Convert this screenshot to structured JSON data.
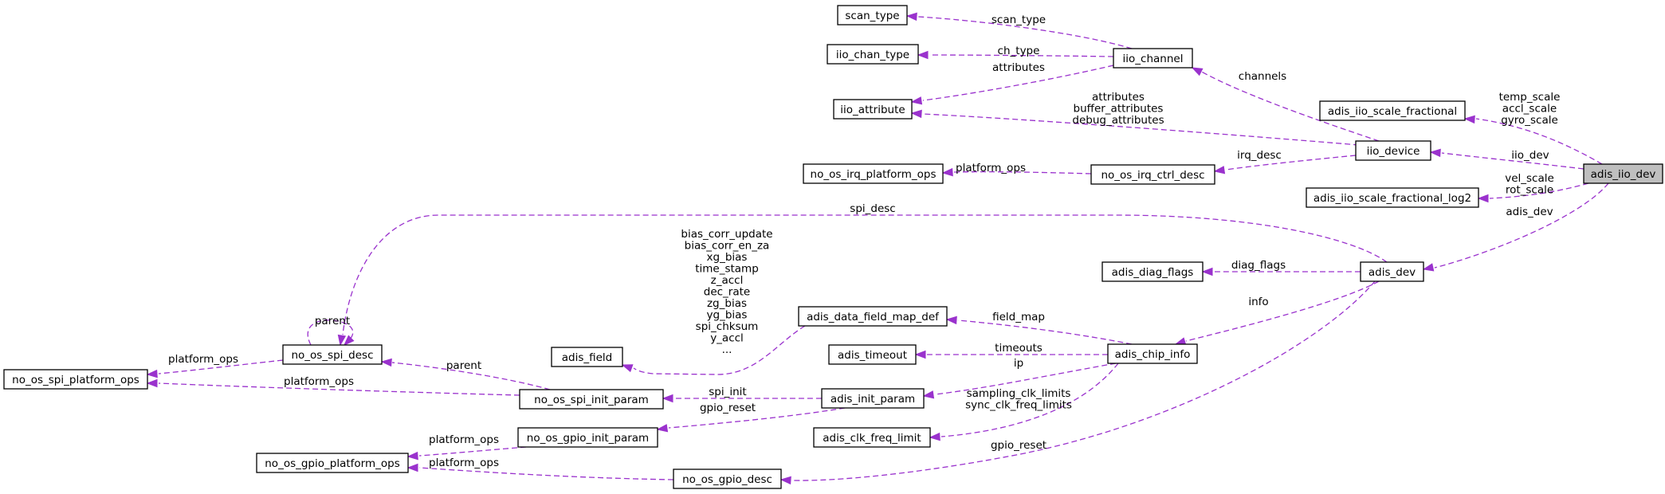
{
  "diagram": {
    "focus_node": "adis_iio_dev",
    "colors": {
      "edge": "#9a32cd",
      "node_border": "#000000",
      "focus_fill": "#bfbfbf",
      "node_fill": "#ffffff"
    },
    "nodes": [
      {
        "id": "adis_iio_dev",
        "label": "adis_iio_dev"
      },
      {
        "id": "adis_iio_scale_fractional",
        "label": "adis_iio_scale_fractional"
      },
      {
        "id": "iio_device",
        "label": "iio_device"
      },
      {
        "id": "adis_iio_scale_fractional_log2",
        "label": "adis_iio_scale_fractional_log2"
      },
      {
        "id": "adis_dev",
        "label": "adis_dev"
      },
      {
        "id": "iio_channel",
        "label": "iio_channel"
      },
      {
        "id": "scan_type",
        "label": "scan_type"
      },
      {
        "id": "iio_chan_type",
        "label": "iio_chan_type"
      },
      {
        "id": "iio_attribute",
        "label": "iio_attribute"
      },
      {
        "id": "no_os_irq_ctrl_desc",
        "label": "no_os_irq_ctrl_desc"
      },
      {
        "id": "no_os_irq_platform_ops",
        "label": "no_os_irq_platform_ops"
      },
      {
        "id": "adis_diag_flags",
        "label": "adis_diag_flags"
      },
      {
        "id": "adis_chip_info",
        "label": "adis_chip_info"
      },
      {
        "id": "adis_data_field_map_def",
        "label": "adis_data_field_map_def"
      },
      {
        "id": "adis_field",
        "label": "adis_field"
      },
      {
        "id": "adis_timeout",
        "label": "adis_timeout"
      },
      {
        "id": "adis_init_param",
        "label": "adis_init_param"
      },
      {
        "id": "adis_clk_freq_limit",
        "label": "adis_clk_freq_limit"
      },
      {
        "id": "no_os_spi_desc",
        "label": "no_os_spi_desc"
      },
      {
        "id": "no_os_spi_platform_ops",
        "label": "no_os_spi_platform_ops"
      },
      {
        "id": "no_os_spi_init_param",
        "label": "no_os_spi_init_param"
      },
      {
        "id": "no_os_gpio_init_param",
        "label": "no_os_gpio_init_param"
      },
      {
        "id": "no_os_gpio_platform_ops",
        "label": "no_os_gpio_platform_ops"
      },
      {
        "id": "no_os_gpio_desc",
        "label": "no_os_gpio_desc"
      }
    ],
    "edges": [
      {
        "id": "e1",
        "from": "adis_iio_dev",
        "to": "adis_iio_scale_fractional",
        "label": [
          "temp_scale",
          "accl_scale",
          "gyro_scale"
        ]
      },
      {
        "id": "e2",
        "from": "adis_iio_dev",
        "to": "iio_device",
        "label": [
          "iio_dev"
        ]
      },
      {
        "id": "e3",
        "from": "adis_iio_dev",
        "to": "adis_iio_scale_fractional_log2",
        "label": [
          "vel_scale",
          "rot_scale"
        ]
      },
      {
        "id": "e4",
        "from": "adis_iio_dev",
        "to": "adis_dev",
        "label": [
          "adis_dev"
        ]
      },
      {
        "id": "e5",
        "from": "iio_device",
        "to": "iio_channel",
        "label": [
          "channels"
        ]
      },
      {
        "id": "e6",
        "from": "iio_device",
        "to": "iio_attribute",
        "label": [
          "attributes",
          "buffer_attributes",
          "debug_attributes"
        ]
      },
      {
        "id": "e7",
        "from": "iio_device",
        "to": "no_os_irq_ctrl_desc",
        "label": [
          "irq_desc"
        ]
      },
      {
        "id": "e8",
        "from": "iio_channel",
        "to": "scan_type",
        "label": [
          "scan_type"
        ]
      },
      {
        "id": "e9",
        "from": "iio_channel",
        "to": "iio_chan_type",
        "label": [
          "ch_type"
        ]
      },
      {
        "id": "e10",
        "from": "iio_channel",
        "to": "iio_attribute",
        "label": [
          "attributes"
        ]
      },
      {
        "id": "e11",
        "from": "no_os_irq_ctrl_desc",
        "to": "no_os_irq_platform_ops",
        "label": [
          "platform_ops"
        ]
      },
      {
        "id": "e12",
        "from": "adis_dev",
        "to": "no_os_spi_desc",
        "label": [
          "spi_desc"
        ]
      },
      {
        "id": "e13",
        "from": "adis_dev",
        "to": "adis_diag_flags",
        "label": [
          "diag_flags"
        ]
      },
      {
        "id": "e14",
        "from": "adis_dev",
        "to": "adis_chip_info",
        "label": [
          "info"
        ]
      },
      {
        "id": "e15",
        "from": "adis_dev",
        "to": "no_os_gpio_desc",
        "label": [
          "gpio_reset"
        ]
      },
      {
        "id": "e16",
        "from": "adis_chip_info",
        "to": "adis_data_field_map_def",
        "label": [
          "field_map"
        ]
      },
      {
        "id": "e17",
        "from": "adis_chip_info",
        "to": "adis_timeout",
        "label": [
          "timeouts"
        ]
      },
      {
        "id": "e18",
        "from": "adis_chip_info",
        "to": "adis_init_param",
        "label": [
          "ip"
        ]
      },
      {
        "id": "e19",
        "from": "adis_chip_info",
        "to": "adis_clk_freq_limit",
        "label": [
          "sampling_clk_limits",
          "sync_clk_freq_limits"
        ]
      },
      {
        "id": "e20",
        "from": "adis_data_field_map_def",
        "to": "adis_field",
        "label": [
          "bias_corr_update",
          "bias_corr_en_za",
          "xg_bias",
          "time_stamp",
          "z_accl",
          "dec_rate",
          "zg_bias",
          "yg_bias",
          "spi_chksum",
          "y_accl",
          "..."
        ]
      },
      {
        "id": "e21",
        "from": "adis_init_param",
        "to": "no_os_spi_init_param",
        "label": [
          "spi_init"
        ]
      },
      {
        "id": "e22",
        "from": "adis_init_param",
        "to": "no_os_gpio_init_param",
        "label": [
          "gpio_reset"
        ]
      },
      {
        "id": "e23",
        "from": "no_os_spi_init_param",
        "to": "no_os_spi_desc",
        "label": [
          "parent"
        ]
      },
      {
        "id": "e24",
        "from": "no_os_spi_init_param",
        "to": "no_os_spi_platform_ops",
        "label": [
          "platform_ops"
        ]
      },
      {
        "id": "e25",
        "from": "no_os_spi_desc",
        "to": "no_os_spi_platform_ops",
        "label": [
          "platform_ops"
        ]
      },
      {
        "id": "e26",
        "from": "no_os_spi_desc",
        "to": "no_os_spi_desc",
        "label": [
          "parent"
        ]
      },
      {
        "id": "e27",
        "from": "no_os_gpio_init_param",
        "to": "no_os_gpio_platform_ops",
        "label": [
          "platform_ops"
        ]
      },
      {
        "id": "e28",
        "from": "no_os_gpio_desc",
        "to": "no_os_gpio_platform_ops",
        "label": [
          "platform_ops"
        ]
      }
    ]
  }
}
